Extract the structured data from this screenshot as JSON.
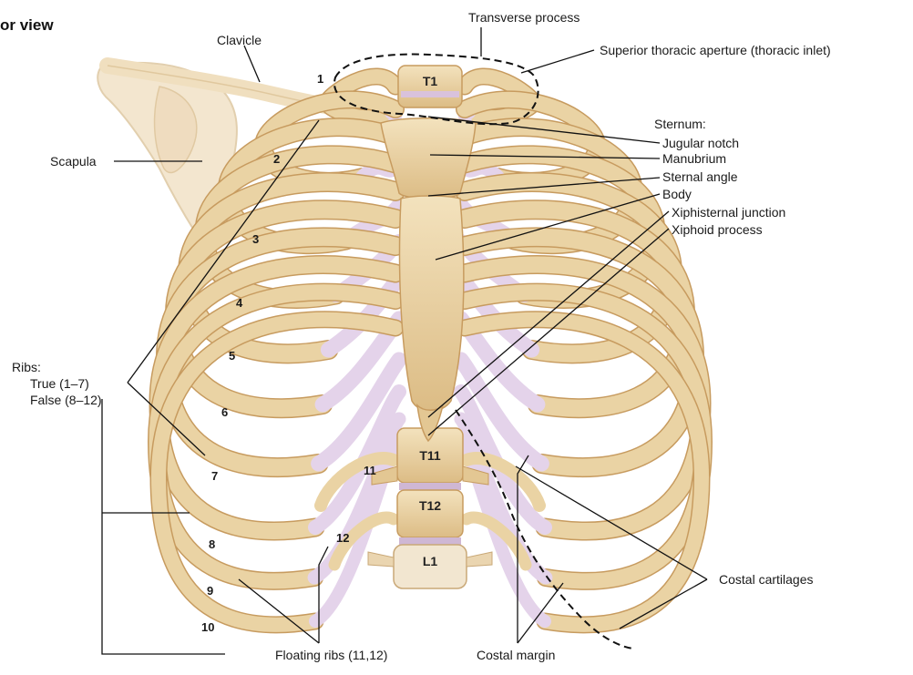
{
  "title": "or view",
  "labels": {
    "transverse_process": "Transverse process",
    "clavicle": "Clavicle",
    "superior_aperture": "Superior thoracic aperture (thoracic inlet)",
    "scapula": "Scapula",
    "sternum": "Sternum:",
    "jugular_notch": "Jugular notch",
    "manubrium": "Manubrium",
    "sternal_angle": "Sternal angle",
    "body": "Body",
    "xiphisternal_junction": "Xiphisternal junction",
    "xiphoid_process": "Xiphoid process",
    "ribs": "Ribs:",
    "true_ribs": "True (1–7)",
    "false_ribs": "False (8–12)",
    "costal_cartilages": "Costal cartilages",
    "floating_ribs": "Floating ribs (11,12)",
    "costal_margin": "Costal margin"
  },
  "rib_numbers": [
    "1",
    "2",
    "3",
    "4",
    "5",
    "6",
    "7",
    "8",
    "9",
    "10",
    "11",
    "12"
  ],
  "vertebrae": [
    "T1",
    "T11",
    "T12",
    "L1"
  ],
  "colors": {
    "bone": "#ead3a4",
    "bone_edge": "#c79b5f",
    "cartilage": "#e4d3ea",
    "scapula": "#f1e3cb",
    "leader": "#111111"
  }
}
